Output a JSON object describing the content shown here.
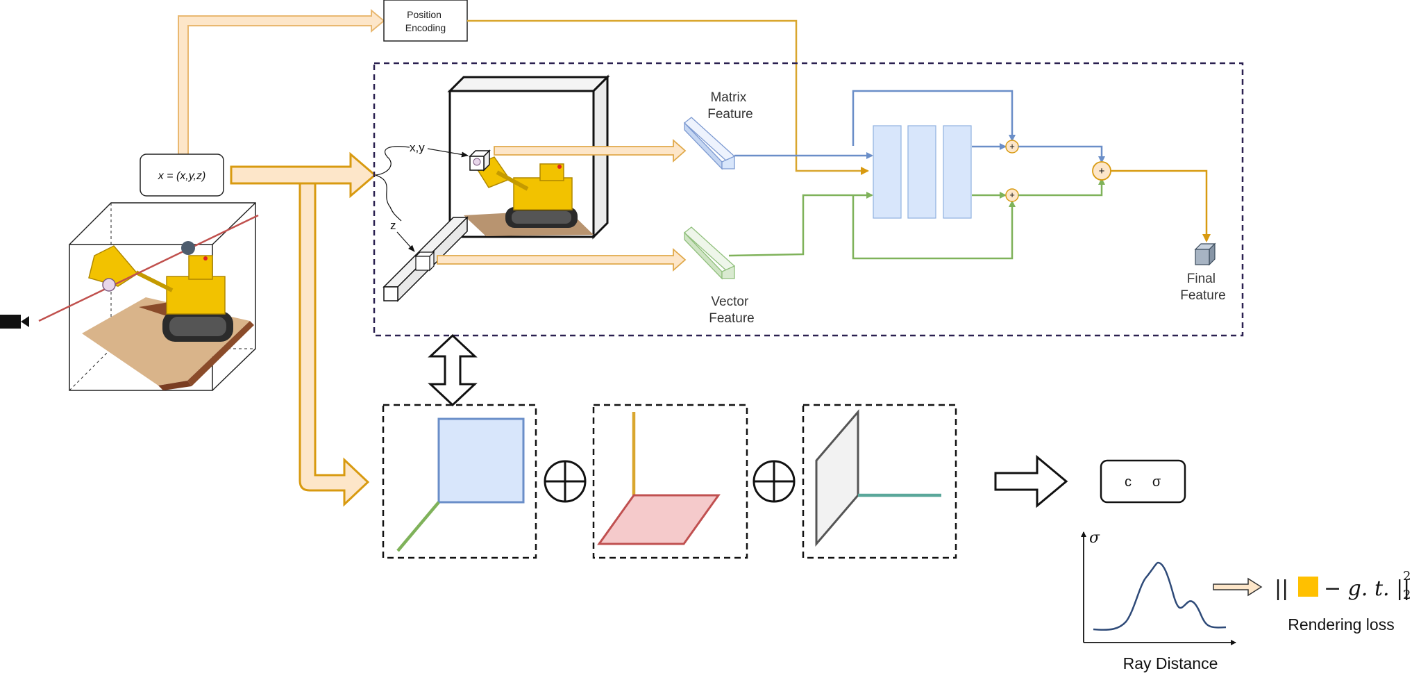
{
  "labels": {
    "position_encoding": "Position\nEncoding",
    "input_coord": "x = (x,y,z)",
    "xy": "x,y",
    "z": "z",
    "matrix_feature": "Matrix\nFeature",
    "vector_feature": "Vector\nFeature",
    "final_feature": "Final\nFeature",
    "output_c": "c",
    "output_sigma": "σ",
    "sigma_axis": "σ",
    "ray_distance": "Ray Distance",
    "rendering_loss": "Rendering loss",
    "loss_formula_open": "||",
    "loss_formula_rest": "− g. t. ||",
    "loss_sup": "2",
    "loss_sub": "2",
    "plus": "+"
  },
  "colors": {
    "orange_stroke": "#d89a10",
    "orange_fill": "#fde6c9",
    "gold_line": "#d9a62e",
    "blue_line": "#6a8ec8",
    "blue_fill": "#d8e6fb",
    "green_line": "#7fb25a",
    "green_fill": "#d9ead0",
    "red_fill": "#f5cacb",
    "red_stroke": "#c05050",
    "teal_line": "#5aa79a",
    "navy_curve": "#2e4a78",
    "dashed_purple": "#2a2050",
    "loss_square": "#ffc000"
  }
}
